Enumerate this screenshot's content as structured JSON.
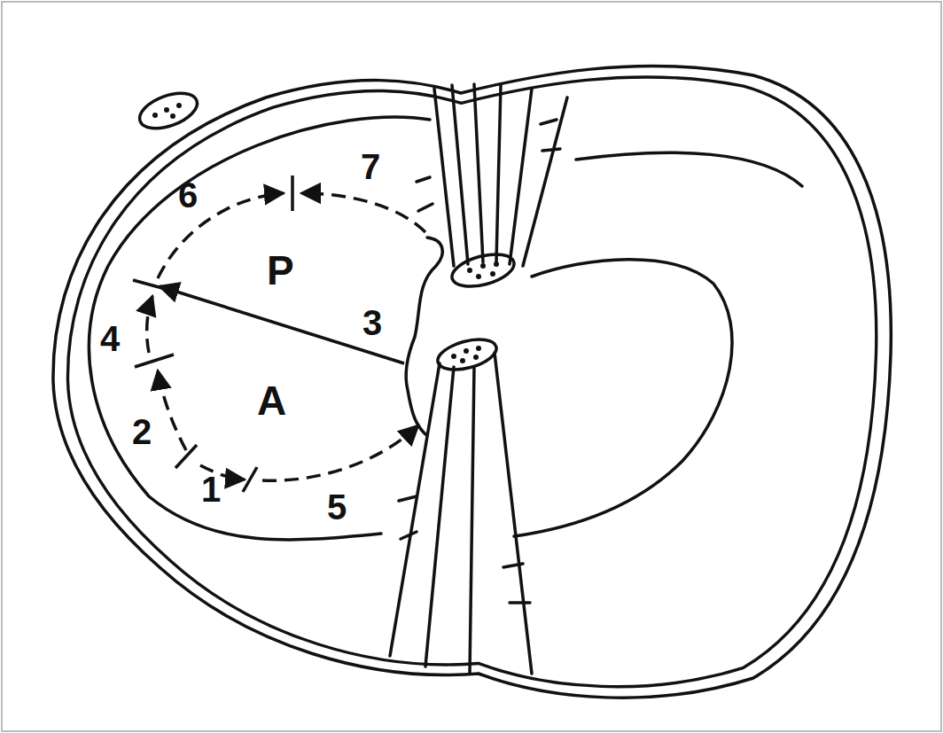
{
  "diagram": {
    "labels": [
      "6",
      "7",
      "P",
      "4",
      "3",
      "A",
      "2",
      "1",
      "5"
    ]
  }
}
